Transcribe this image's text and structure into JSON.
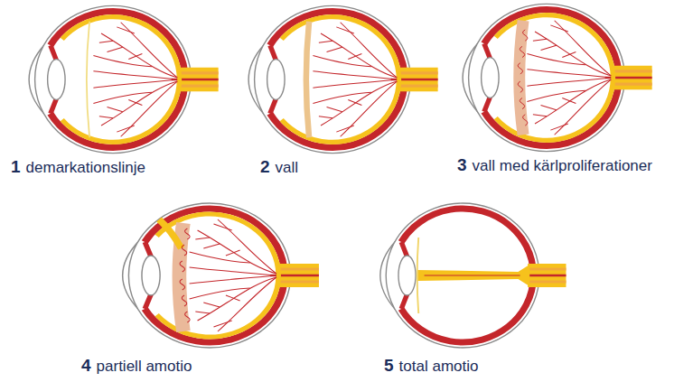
{
  "diagram": {
    "labels": [
      "1",
      "demarkationslinje",
      "2",
      "vall",
      "3",
      "vall med kärlproliferationer",
      "4",
      "partiell amotio",
      "5",
      "total amotio"
    ]
  }
}
